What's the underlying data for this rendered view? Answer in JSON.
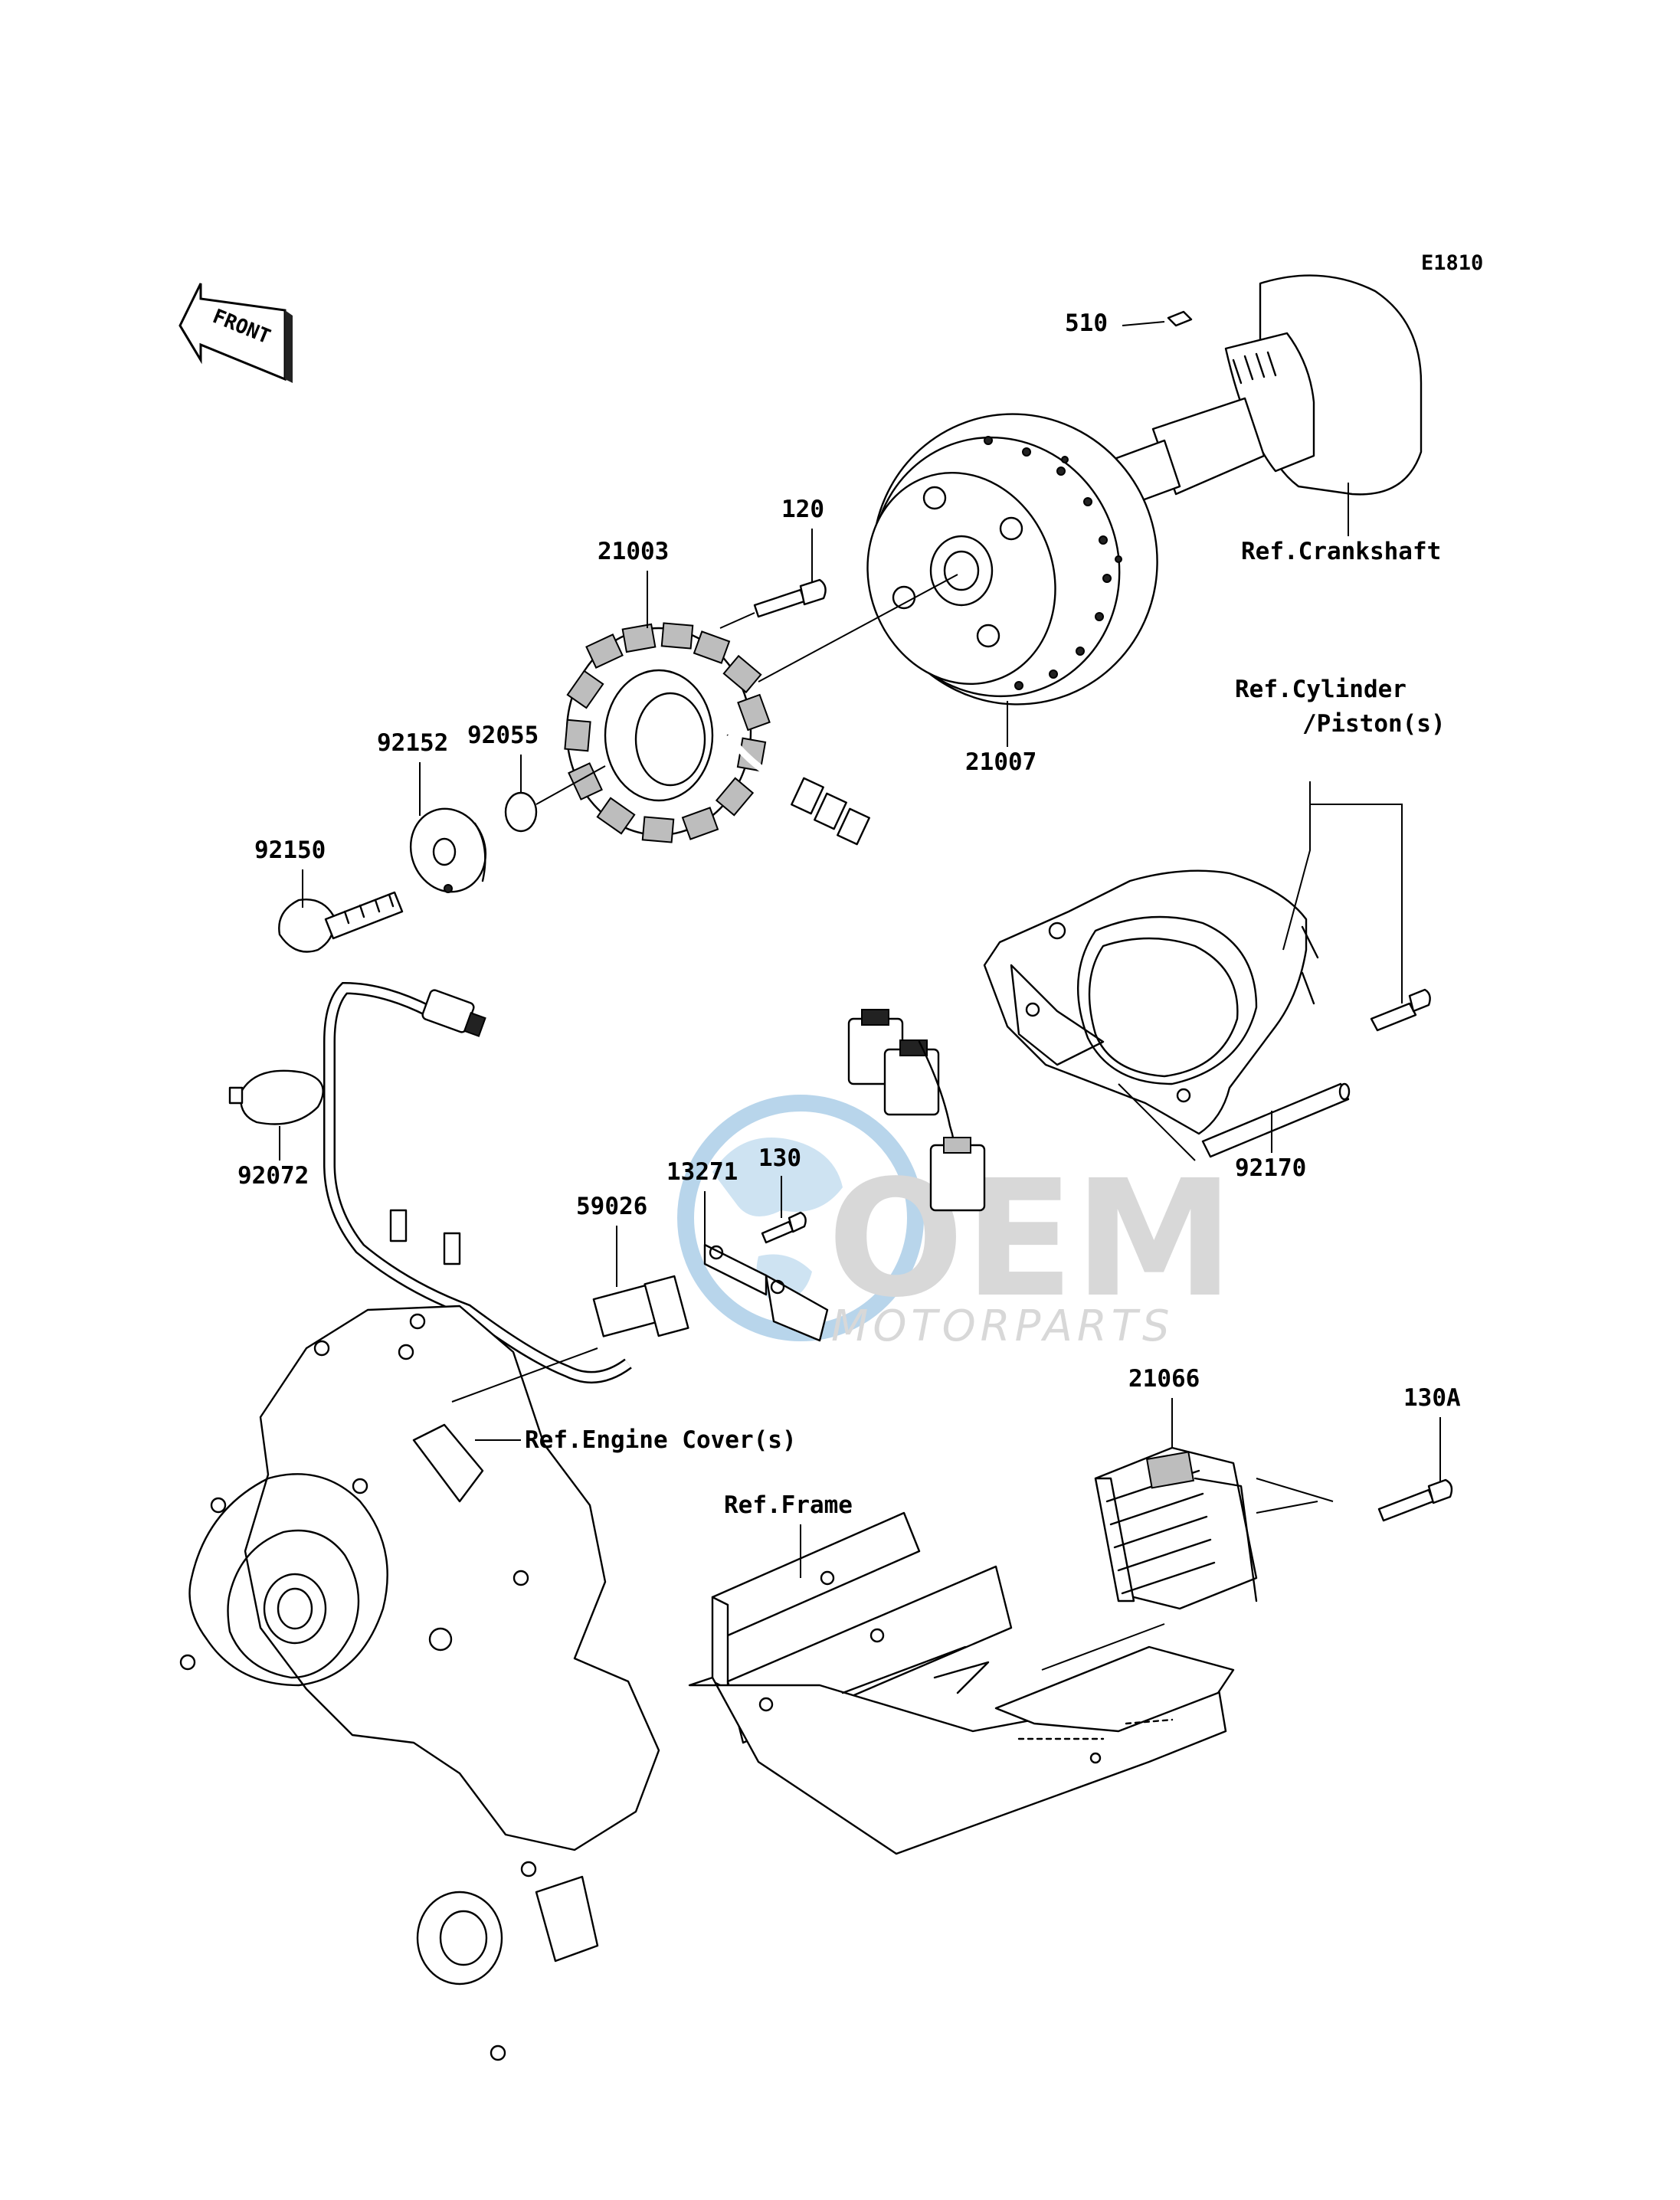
{
  "diagram": {
    "code": "E1810",
    "front_label": "FRONT",
    "callouts": {
      "p510": "510",
      "p120": "120",
      "p21003": "21003",
      "p21007": "21007",
      "p92055": "92055",
      "p92152": "92152",
      "p92150": "92150",
      "p92072": "92072",
      "p130": "130",
      "p13271": "13271",
      "p59026": "59026",
      "p92170": "92170",
      "p21066": "21066",
      "p130A": "130A"
    },
    "references": {
      "crankshaft": "Ref.Crankshaft",
      "cylinder_line1": "Ref.Cylinder",
      "cylinder_line2": "/Piston(s)",
      "engine_cover": "Ref.Engine Cover(s)",
      "frame": "Ref.Frame"
    },
    "watermark": {
      "brand": "OEM",
      "sub": "MOTORPARTS"
    }
  }
}
